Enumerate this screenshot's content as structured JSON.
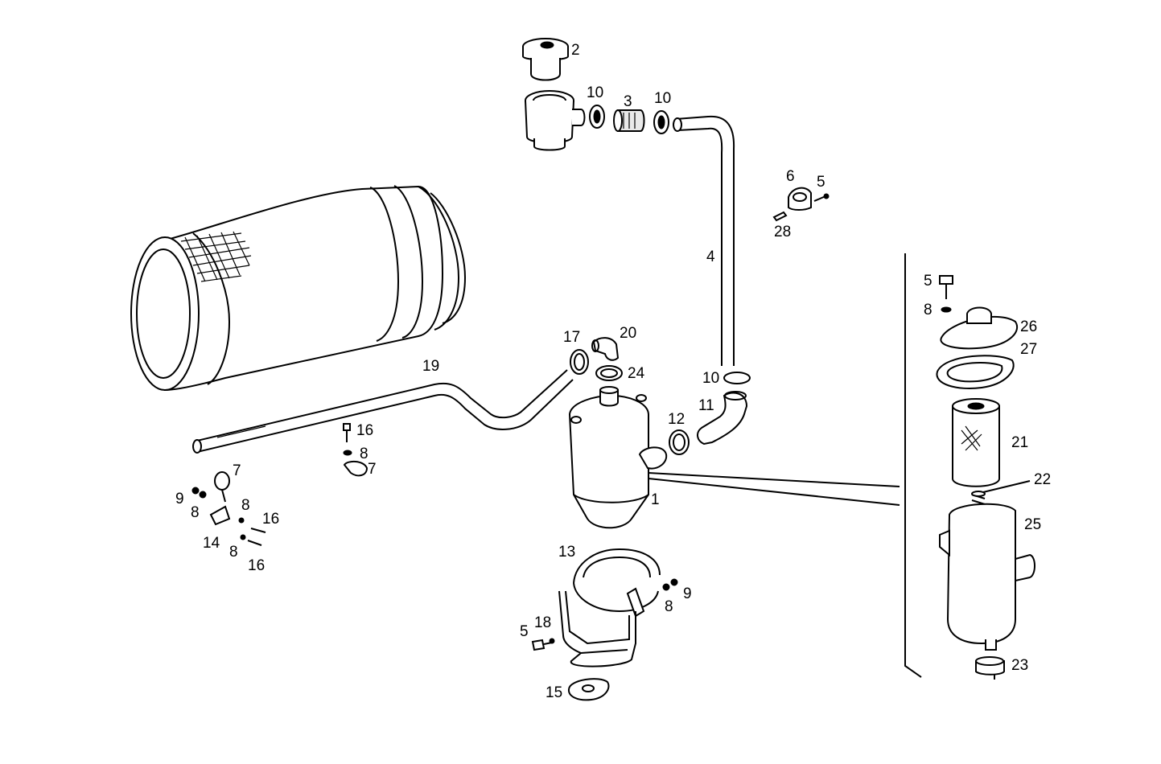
{
  "diagram": {
    "callouts": [
      {
        "id": "c2",
        "text": "2"
      },
      {
        "id": "c10a",
        "text": "10"
      },
      {
        "id": "c3",
        "text": "3"
      },
      {
        "id": "c10b",
        "text": "10"
      },
      {
        "id": "c6",
        "text": "6"
      },
      {
        "id": "c5a",
        "text": "5"
      },
      {
        "id": "c28",
        "text": "28"
      },
      {
        "id": "c4",
        "text": "4"
      },
      {
        "id": "c5b",
        "text": "5"
      },
      {
        "id": "c8a",
        "text": "8"
      },
      {
        "id": "c26",
        "text": "26"
      },
      {
        "id": "c27",
        "text": "27"
      },
      {
        "id": "c17",
        "text": "17"
      },
      {
        "id": "c20",
        "text": "20"
      },
      {
        "id": "c19",
        "text": "19"
      },
      {
        "id": "c24",
        "text": "24"
      },
      {
        "id": "c10c",
        "text": "10"
      },
      {
        "id": "c11",
        "text": "11"
      },
      {
        "id": "c12",
        "text": "12"
      },
      {
        "id": "c16a",
        "text": "16"
      },
      {
        "id": "c8b",
        "text": "8"
      },
      {
        "id": "c7a",
        "text": "7"
      },
      {
        "id": "c7b",
        "text": "7"
      },
      {
        "id": "c9a",
        "text": "9"
      },
      {
        "id": "c8c",
        "text": "8"
      },
      {
        "id": "c8d",
        "text": "8"
      },
      {
        "id": "c16b",
        "text": "16"
      },
      {
        "id": "c14",
        "text": "14"
      },
      {
        "id": "c8e",
        "text": "8"
      },
      {
        "id": "c16c",
        "text": "16"
      },
      {
        "id": "c1",
        "text": "1"
      },
      {
        "id": "c21",
        "text": "21"
      },
      {
        "id": "c22",
        "text": "22"
      },
      {
        "id": "c25",
        "text": "25"
      },
      {
        "id": "c13",
        "text": "13"
      },
      {
        "id": "c9b",
        "text": "9"
      },
      {
        "id": "c8f",
        "text": "8"
      },
      {
        "id": "c5c",
        "text": "5"
      },
      {
        "id": "c18",
        "text": "18"
      },
      {
        "id": "c15",
        "text": "15"
      },
      {
        "id": "c23",
        "text": "23"
      }
    ]
  }
}
